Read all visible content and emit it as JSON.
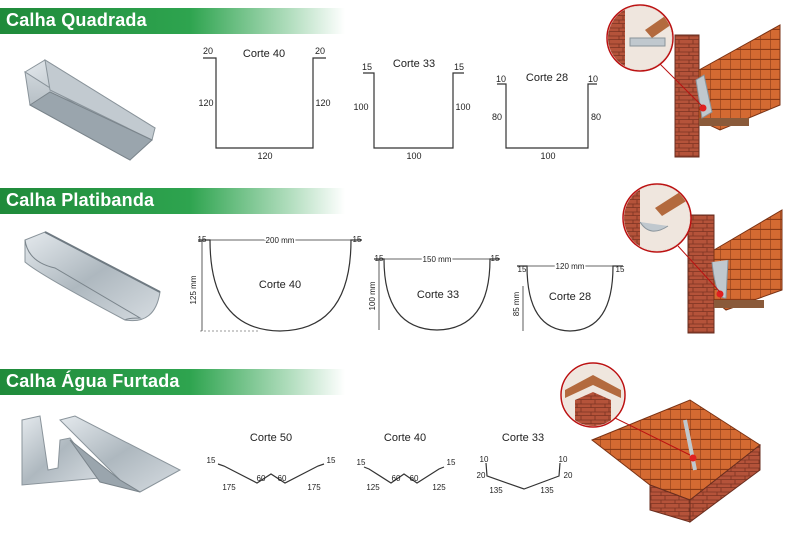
{
  "sections": {
    "quadrada": {
      "title": "Calha Quadrada",
      "cortes": [
        {
          "name": "Corte 40",
          "lip_left": "20",
          "lip_right": "20",
          "side_left": "120",
          "side_right": "120",
          "bottom": "120"
        },
        {
          "name": "Corte 33",
          "lip_left": "15",
          "lip_right": "15",
          "side_left": "100",
          "side_right": "100",
          "bottom": "100"
        },
        {
          "name": "Corte 28",
          "lip_left": "10",
          "lip_right": "10",
          "side_left": "80",
          "side_right": "80",
          "bottom": "100"
        }
      ]
    },
    "platibanda": {
      "title": "Calha Platibanda",
      "cortes": [
        {
          "name": "Corte 40",
          "lip_left": "15",
          "lip_right": "15",
          "width": "200 mm",
          "depth": "125 mm"
        },
        {
          "name": "Corte 33",
          "lip_left": "15",
          "lip_right": "15",
          "width": "150 mm",
          "depth": "100 mm"
        },
        {
          "name": "Corte 28",
          "lip_left": "15",
          "lip_right": "15",
          "width": "120 mm",
          "depth": "85 mm"
        }
      ]
    },
    "agua_furtada": {
      "title": "Calha Água Furtada",
      "cortes": [
        {
          "name": "Corte 50",
          "lip_left": "15",
          "lip_right": "15",
          "slope_left": "175",
          "slope_right": "175",
          "mid_left": "60",
          "mid_right": "60"
        },
        {
          "name": "Corte 40",
          "lip_left": "15",
          "lip_right": "15",
          "slope_left": "125",
          "slope_right": "125",
          "mid_left": "60",
          "mid_right": "60"
        },
        {
          "name": "Corte 33",
          "lip_left": "10",
          "lip_right": "10",
          "lip2_left": "20",
          "lip2_right": "20",
          "slope_left": "135",
          "slope_right": "135"
        }
      ]
    }
  },
  "colors": {
    "banner": "#2ea44f",
    "tile": "#c8602c",
    "brick": "#b5533a",
    "steel": "#b9c2c9",
    "line": "#333333"
  }
}
